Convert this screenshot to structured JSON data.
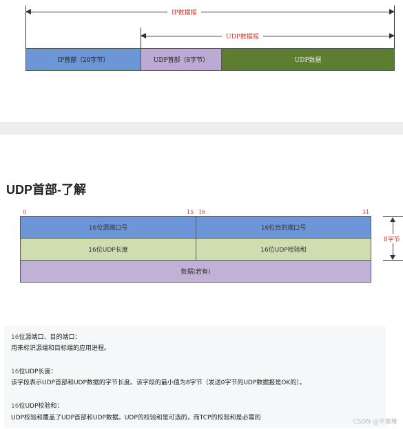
{
  "ip_diagram": {
    "ip_datagram_label": "IP数据报",
    "udp_datagram_label": "UDP数据报",
    "segments": [
      "IP首部（20字节）",
      "UDP首部（8字节）",
      "UDP数据"
    ],
    "colors": {
      "ip": "#6d96d8",
      "udp_header": "#bcaad5",
      "udp_data": "#5d7d30"
    }
  },
  "section": {
    "title": "UDP首部-了解"
  },
  "udp_header": {
    "bit_labels": [
      "0",
      "15",
      "16",
      "31"
    ],
    "row1": [
      "16位源端口号",
      "16位目的端口号"
    ],
    "row2": [
      "16位UDP长度",
      "16位UDP检验和"
    ],
    "row3": "数据(若有)",
    "size_label": "8字节",
    "colors": {
      "row1": "#6d96d8",
      "row2": "#cfddb1",
      "row3": "#c2b1d6",
      "bits": "#c0392b"
    }
  },
  "notes": {
    "p1_num": "16",
    "p1_title": "位源端口、目的端口：",
    "p1_text": "用来标识源端和目标端的应用进程。",
    "p2_num": "16",
    "p2_title": "位UDP长度：",
    "p2_text": "该字段表示UDP首部和UDP数据的字节长度。该字段的最小值为8字节（发送0字节的UDP数据报是OK的）。",
    "p3_num": "16",
    "p3_title": "位UDP校验和：",
    "p3_text": "UDP校验和覆盖了UDP首部和UDP数据。UDP的校验和是可选的，而TCP的校验和是必需的"
  },
  "watermark": "CSDN @平蒙稚"
}
